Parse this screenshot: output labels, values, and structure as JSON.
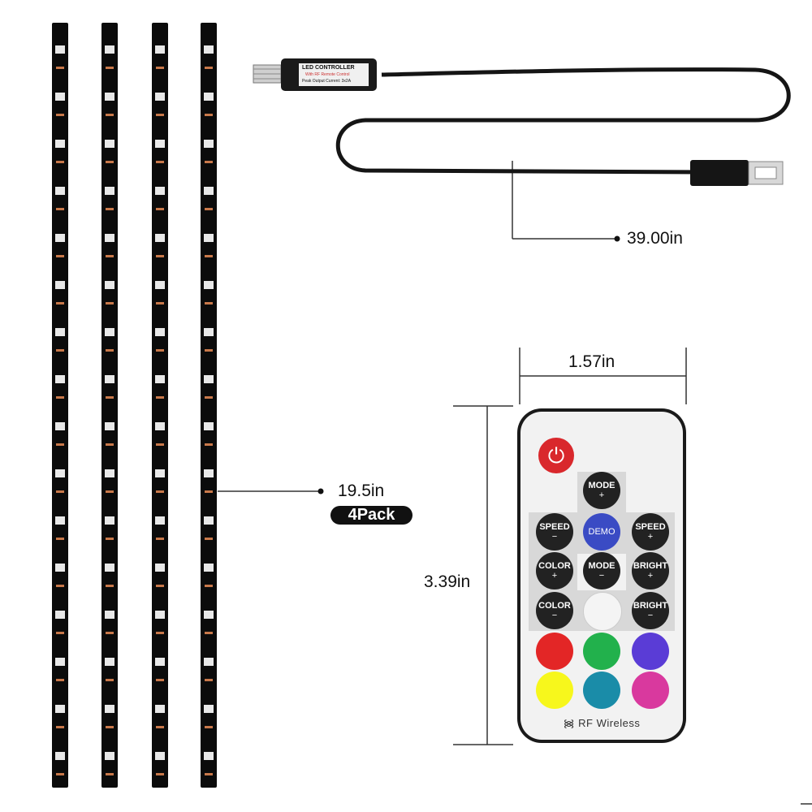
{
  "strips": {
    "length_label": "19.5in",
    "pack_label": "4Pack"
  },
  "cable": {
    "length_label": "39.00in",
    "controller": {
      "title": "LED CONTROLLER",
      "subtitle": "With RF Remote Control",
      "spec": "Peak Output Current: 3x2A"
    }
  },
  "remote": {
    "width_label": "1.57in",
    "height_label": "3.39in",
    "brand_label": "RF Wireless",
    "power_icon": "power-icon",
    "buttons": {
      "mode_up": {
        "label": "MODE",
        "sign": "+"
      },
      "speed_down": {
        "label": "SPEED",
        "sign": "−"
      },
      "demo": {
        "label": "DEMO"
      },
      "speed_up": {
        "label": "SPEED",
        "sign": "+"
      },
      "color_up": {
        "label": "COLOR",
        "sign": "+"
      },
      "mode_down": {
        "label": "MODE",
        "sign": "−"
      },
      "bright_up": {
        "label": "BRIGHT",
        "sign": "+"
      },
      "color_down": {
        "label": "COLOR",
        "sign": "−"
      },
      "bright_down": {
        "label": "BRIGHT",
        "sign": "−"
      }
    },
    "colors": {
      "white": "#f4f4f4",
      "red": "#e32626",
      "green": "#22b14c",
      "blue": "#5a3cd6",
      "yellow": "#f7f71c",
      "teal": "#1a8ca8",
      "magenta": "#d9399e",
      "power": "#d9282c"
    }
  }
}
